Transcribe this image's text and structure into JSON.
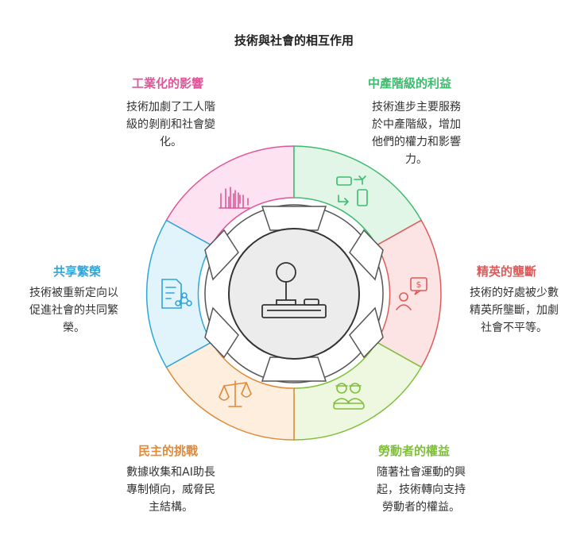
{
  "title": "技術與社會的相互作用",
  "sections": [
    {
      "key": "industrial",
      "label": "工業化的影響",
      "desc_lines": [
        "技術加劇了工人階",
        "級的剝削和社會變",
        "化。"
      ],
      "color": "#e0559a",
      "fill": "#fde3f1",
      "icon": "raised-hands-icon"
    },
    {
      "key": "middle",
      "label": "中產階級的利益",
      "desc_lines": [
        "技術進步主要服務",
        "於中產階級，增加",
        "他們的權力和影響",
        "力。"
      ],
      "color": "#3dbb6e",
      "fill": "#e2f6e8",
      "icon": "phone-exchange-icon"
    },
    {
      "key": "elite",
      "label": "精英的壟斷",
      "desc_lines": [
        "技術的好處被少數",
        "精英所壟斷，加劇",
        "社會不平等。"
      ],
      "color": "#e05a5a",
      "fill": "#fde4e4",
      "icon": "person-money-icon"
    },
    {
      "key": "labor",
      "label": "勞動者的權益",
      "desc_lines": [
        "隨著社會運動的興",
        "起，技術轉向支持",
        "勞動者的權益。"
      ],
      "color": "#7fbf3a",
      "fill": "#eef7e0",
      "icon": "workers-group-icon"
    },
    {
      "key": "democracy",
      "label": "民主的挑戰",
      "desc_lines": [
        "數據收集和AI助長",
        "專制傾向，威脅民",
        "主結構。"
      ],
      "color": "#e08a3a",
      "fill": "#fdeede",
      "icon": "scales-icon"
    },
    {
      "key": "prosperity",
      "label": "共享繁榮",
      "desc_lines": [
        "技術被重新定向以",
        "促進社會的共同繁",
        "榮。"
      ],
      "color": "#2fa6d9",
      "fill": "#e1f3fb",
      "icon": "document-share-icon"
    }
  ],
  "center": {
    "icon": "joystick-icon"
  }
}
